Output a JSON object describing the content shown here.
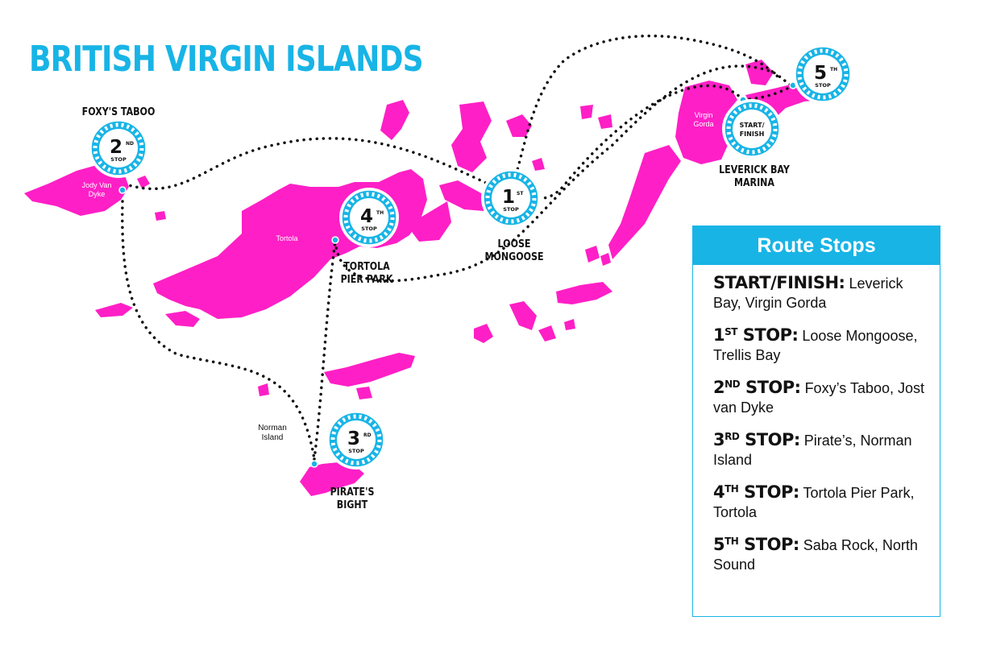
{
  "title": "BRITISH VIRGIN ISLANDS",
  "colors": {
    "land": "#ff1fc6",
    "accent": "#18b4e6",
    "route": "#111111"
  },
  "islands": {
    "jost_van_dyke": "Jody Van\nDyke",
    "tortola": "Tortola",
    "virgin_gorda": "Virgin\nGorda",
    "norman_island": "Norman\nIsland"
  },
  "place_labels": {
    "foxys": "FOXY'S TABOO",
    "leverick": "LEVERICK BAY\nMARINA",
    "loose_mongoose": "LOOSE\nMONGOOSE",
    "tortola_pier": "TORTOLA\nPIER PARK",
    "pirates": "PIRATE'S\nBIGHT"
  },
  "badges": {
    "start": {
      "line1": "START/",
      "line2": "FINISH"
    },
    "s1": {
      "num": "1",
      "suffix": "ST",
      "word": "STOP"
    },
    "s2": {
      "num": "2",
      "suffix": "ND",
      "word": "STOP"
    },
    "s3": {
      "num": "3",
      "suffix": "RD",
      "word": "STOP"
    },
    "s4": {
      "num": "4",
      "suffix": "TH",
      "word": "STOP"
    },
    "s5": {
      "num": "5",
      "suffix": "TH",
      "word": "STOP"
    }
  },
  "legend": {
    "heading": "Route Stops",
    "stops": [
      {
        "label": "START/FINISH:",
        "num": "",
        "suffix": "",
        "text": "Leverick Bay, Virgin Gorda"
      },
      {
        "label": "",
        "num": "1",
        "suffix": "ST",
        "word": " STOP:",
        "text": "Loose Mongoose, Trellis Bay"
      },
      {
        "label": "",
        "num": "2",
        "suffix": "ND",
        "word": " STOP:",
        "text": "Foxy’s Taboo, Jost van Dyke"
      },
      {
        "label": "",
        "num": "3",
        "suffix": "RD",
        "word": " STOP:",
        "text": "Pirate’s, Norman Island"
      },
      {
        "label": "",
        "num": "4",
        "suffix": "TH",
        "word": " STOP:",
        "text": "Tortola Pier Park, Tortola"
      },
      {
        "label": "",
        "num": "5",
        "suffix": "TH",
        "word": " STOP:",
        "text": "Saba Rock, North Sound"
      }
    ]
  }
}
